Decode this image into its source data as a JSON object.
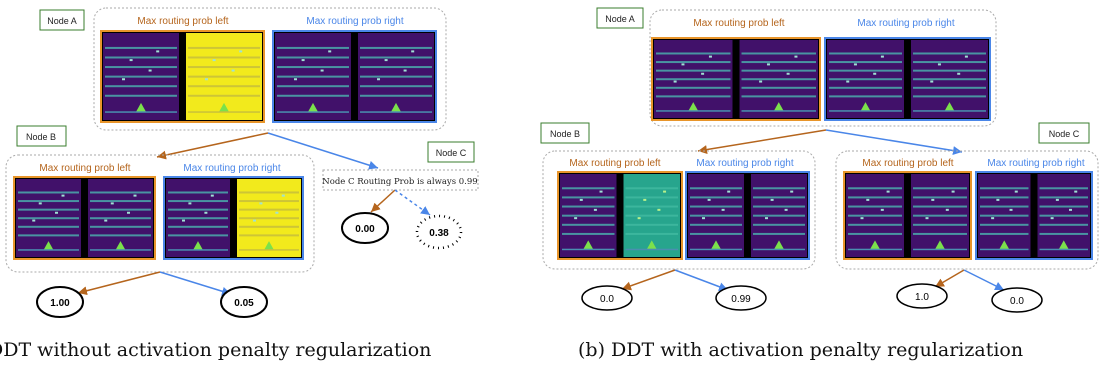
{
  "colors": {
    "left": "#b5651d",
    "right": "#4a86e8",
    "node_label_border": "#3a7d2c",
    "frame_bg": "#41116a",
    "lane": "#4aa3a8",
    "yellow": "#f2ea1c",
    "teal": "#27a58d",
    "agent": "#7be14b"
  },
  "left_panel": {
    "node_a": {
      "label": "Node A",
      "left_title": "Max routing prob left",
      "right_title": "Max routing prob right"
    },
    "node_b": {
      "label": "Node B",
      "left_title": "Max routing prob left",
      "right_title": "Max routing prob right"
    },
    "node_c": {
      "label": "Node C",
      "note": "Node C Routing Prob is always 0.99"
    },
    "leaves": {
      "c_left": "0.00",
      "c_right": "0.38",
      "b_left": "1.00",
      "b_right": "0.05"
    },
    "caption": "DDT without activation penalty regularization"
  },
  "right_panel": {
    "node_a": {
      "label": "Node A",
      "left_title": "Max routing prob left",
      "right_title": "Max routing prob right"
    },
    "node_b": {
      "label": "Node B",
      "left_title": "Max routing prob left",
      "right_title": "Max routing prob right"
    },
    "node_c": {
      "label": "Node C",
      "left_title": "Max routing prob left",
      "right_title": "Max routing prob right"
    },
    "leaves": {
      "b_left": "0.0",
      "b_right": "0.99",
      "c_left": "1.0",
      "c_right": "0.0"
    },
    "caption": "(b) DDT with activation penalty regularization"
  }
}
